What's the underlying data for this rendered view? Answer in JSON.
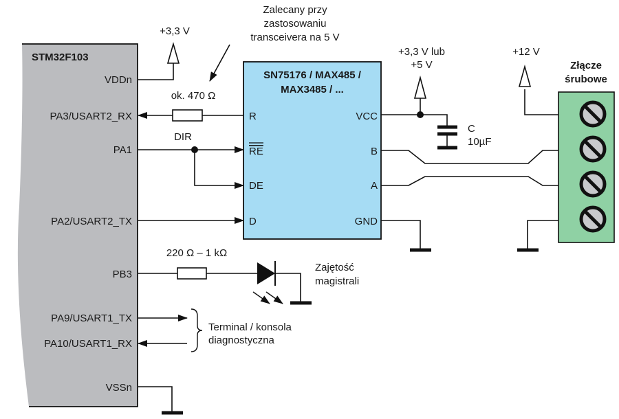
{
  "mcu": {
    "name": "STM32F103",
    "pins": {
      "vdd": "VDDn",
      "rx2": "PA3/USART2_RX",
      "pa1": "PA1",
      "tx2": "PA2/USART2_TX",
      "pb3": "PB3",
      "tx1": "PA9/USART1_TX",
      "rx1": "PA10/USART1_RX",
      "vss": "VSSn"
    }
  },
  "transceiver": {
    "name_line1": "SN75176 / MAX485 /",
    "name_line2": "MAX3485 / ...",
    "pins": {
      "r": "R",
      "re": "RE",
      "de": "DE",
      "d": "D",
      "vcc": "VCC",
      "b": "B",
      "a": "A",
      "gnd": "GND"
    }
  },
  "labels": {
    "mcu_supply": "+3,3 V",
    "note_line1": "Zalecany przy",
    "note_line2": "zastosowaniu",
    "note_line3": "transceivera na 5 V",
    "resistor_rx": "ok. 470 Ω",
    "dir": "DIR",
    "vcc_supply_line1": "+3,3 V lub",
    "vcc_supply_line2": "+5 V",
    "cap_name": "C",
    "cap_value": "10µF",
    "supply_12v": "+12 V",
    "connector_line1": "Złącze",
    "connector_line2": "śrubowe",
    "resistor_led": "220 Ω – 1 kΩ",
    "led_line1": "Zajętość",
    "led_line2": "magistrali",
    "terminal_line1": "Terminal / konsola",
    "terminal_line2": "diagnostyczna"
  },
  "colors": {
    "mcu_fill": "#bbbcbf",
    "transceiver_fill": "#a6dcf4",
    "connector_fill": "#8fd1a4",
    "screw_fill": "#c8c9cc"
  }
}
